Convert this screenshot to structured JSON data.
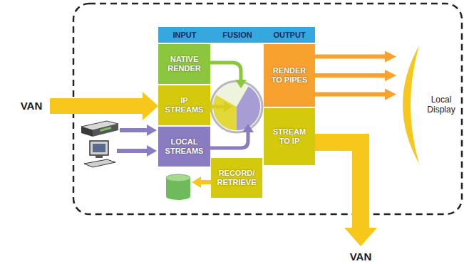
{
  "diagram": {
    "nodes": [
      {
        "text": [
          "INPUT"
        ]
      },
      {
        "text": [
          "FUSION"
        ]
      },
      {
        "text": [
          "OUTPUT"
        ]
      },
      {
        "text": [
          "NATIVE RENDER"
        ]
      },
      {
        "text": [
          "RENDER TO PIPES"
        ]
      },
      {
        "text": [
          "VAN"
        ]
      },
      {
        "text": [
          "IP STREAMS"
        ]
      },
      {
        "text": [
          "Local Display"
        ]
      },
      {
        "text": [
          "STREAM TO IP"
        ]
      },
      {
        "text": [
          "LOCAL STREAMS"
        ]
      },
      {
        "text": [
          "RECORD/ RETRIEVE"
        ]
      },
      {
        "text": [
          "VAN"
        ]
      }
    ],
    "edges": [
      {
        "from": 5,
        "to": 6,
        "arrow": "to"
      },
      {
        "from": 4,
        "to": 7,
        "arrow": "to"
      },
      {
        "from": 4,
        "to": 7,
        "arrow": "to"
      },
      {
        "from": 4,
        "to": 7,
        "arrow": "to"
      },
      {
        "from": 8,
        "to": 11,
        "arrow": "to"
      }
    ]
  }
}
